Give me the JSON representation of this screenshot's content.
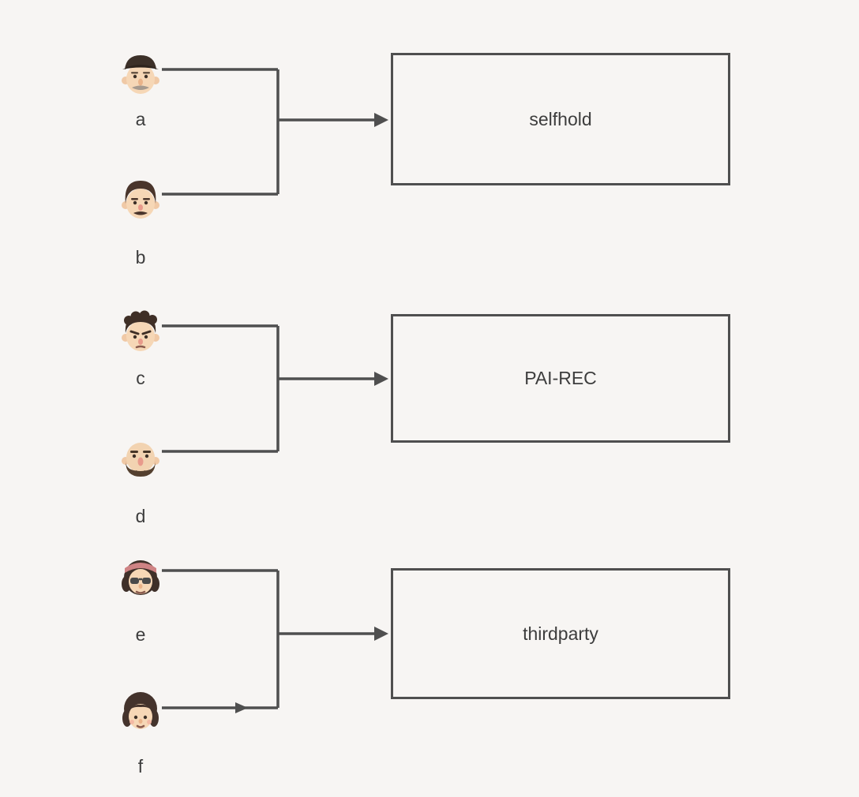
{
  "page": {
    "background": "#f7f5f3"
  },
  "diagram": {
    "line_color": "#4f4f4f",
    "box_border_color": "#4f4f4f",
    "text_color": "#3d3d3d",
    "groups": [
      {
        "box_label": "selfhold",
        "members": [
          {
            "label": "a",
            "icon": "man-with-flat-cap-and-mustache-icon"
          },
          {
            "label": "b",
            "icon": "man-with-dark-hair-and-mustache-icon"
          }
        ]
      },
      {
        "box_label": "PAI-REC",
        "members": [
          {
            "label": "c",
            "icon": "man-with-curly-hair-icon"
          },
          {
            "label": "d",
            "icon": "bald-man-with-beard-icon"
          }
        ]
      },
      {
        "box_label": "thirdparty",
        "members": [
          {
            "label": "e",
            "icon": "woman-with-headband-and-sunglasses-icon"
          },
          {
            "label": "f",
            "icon": "woman-with-bob-hair-icon"
          }
        ]
      }
    ]
  }
}
